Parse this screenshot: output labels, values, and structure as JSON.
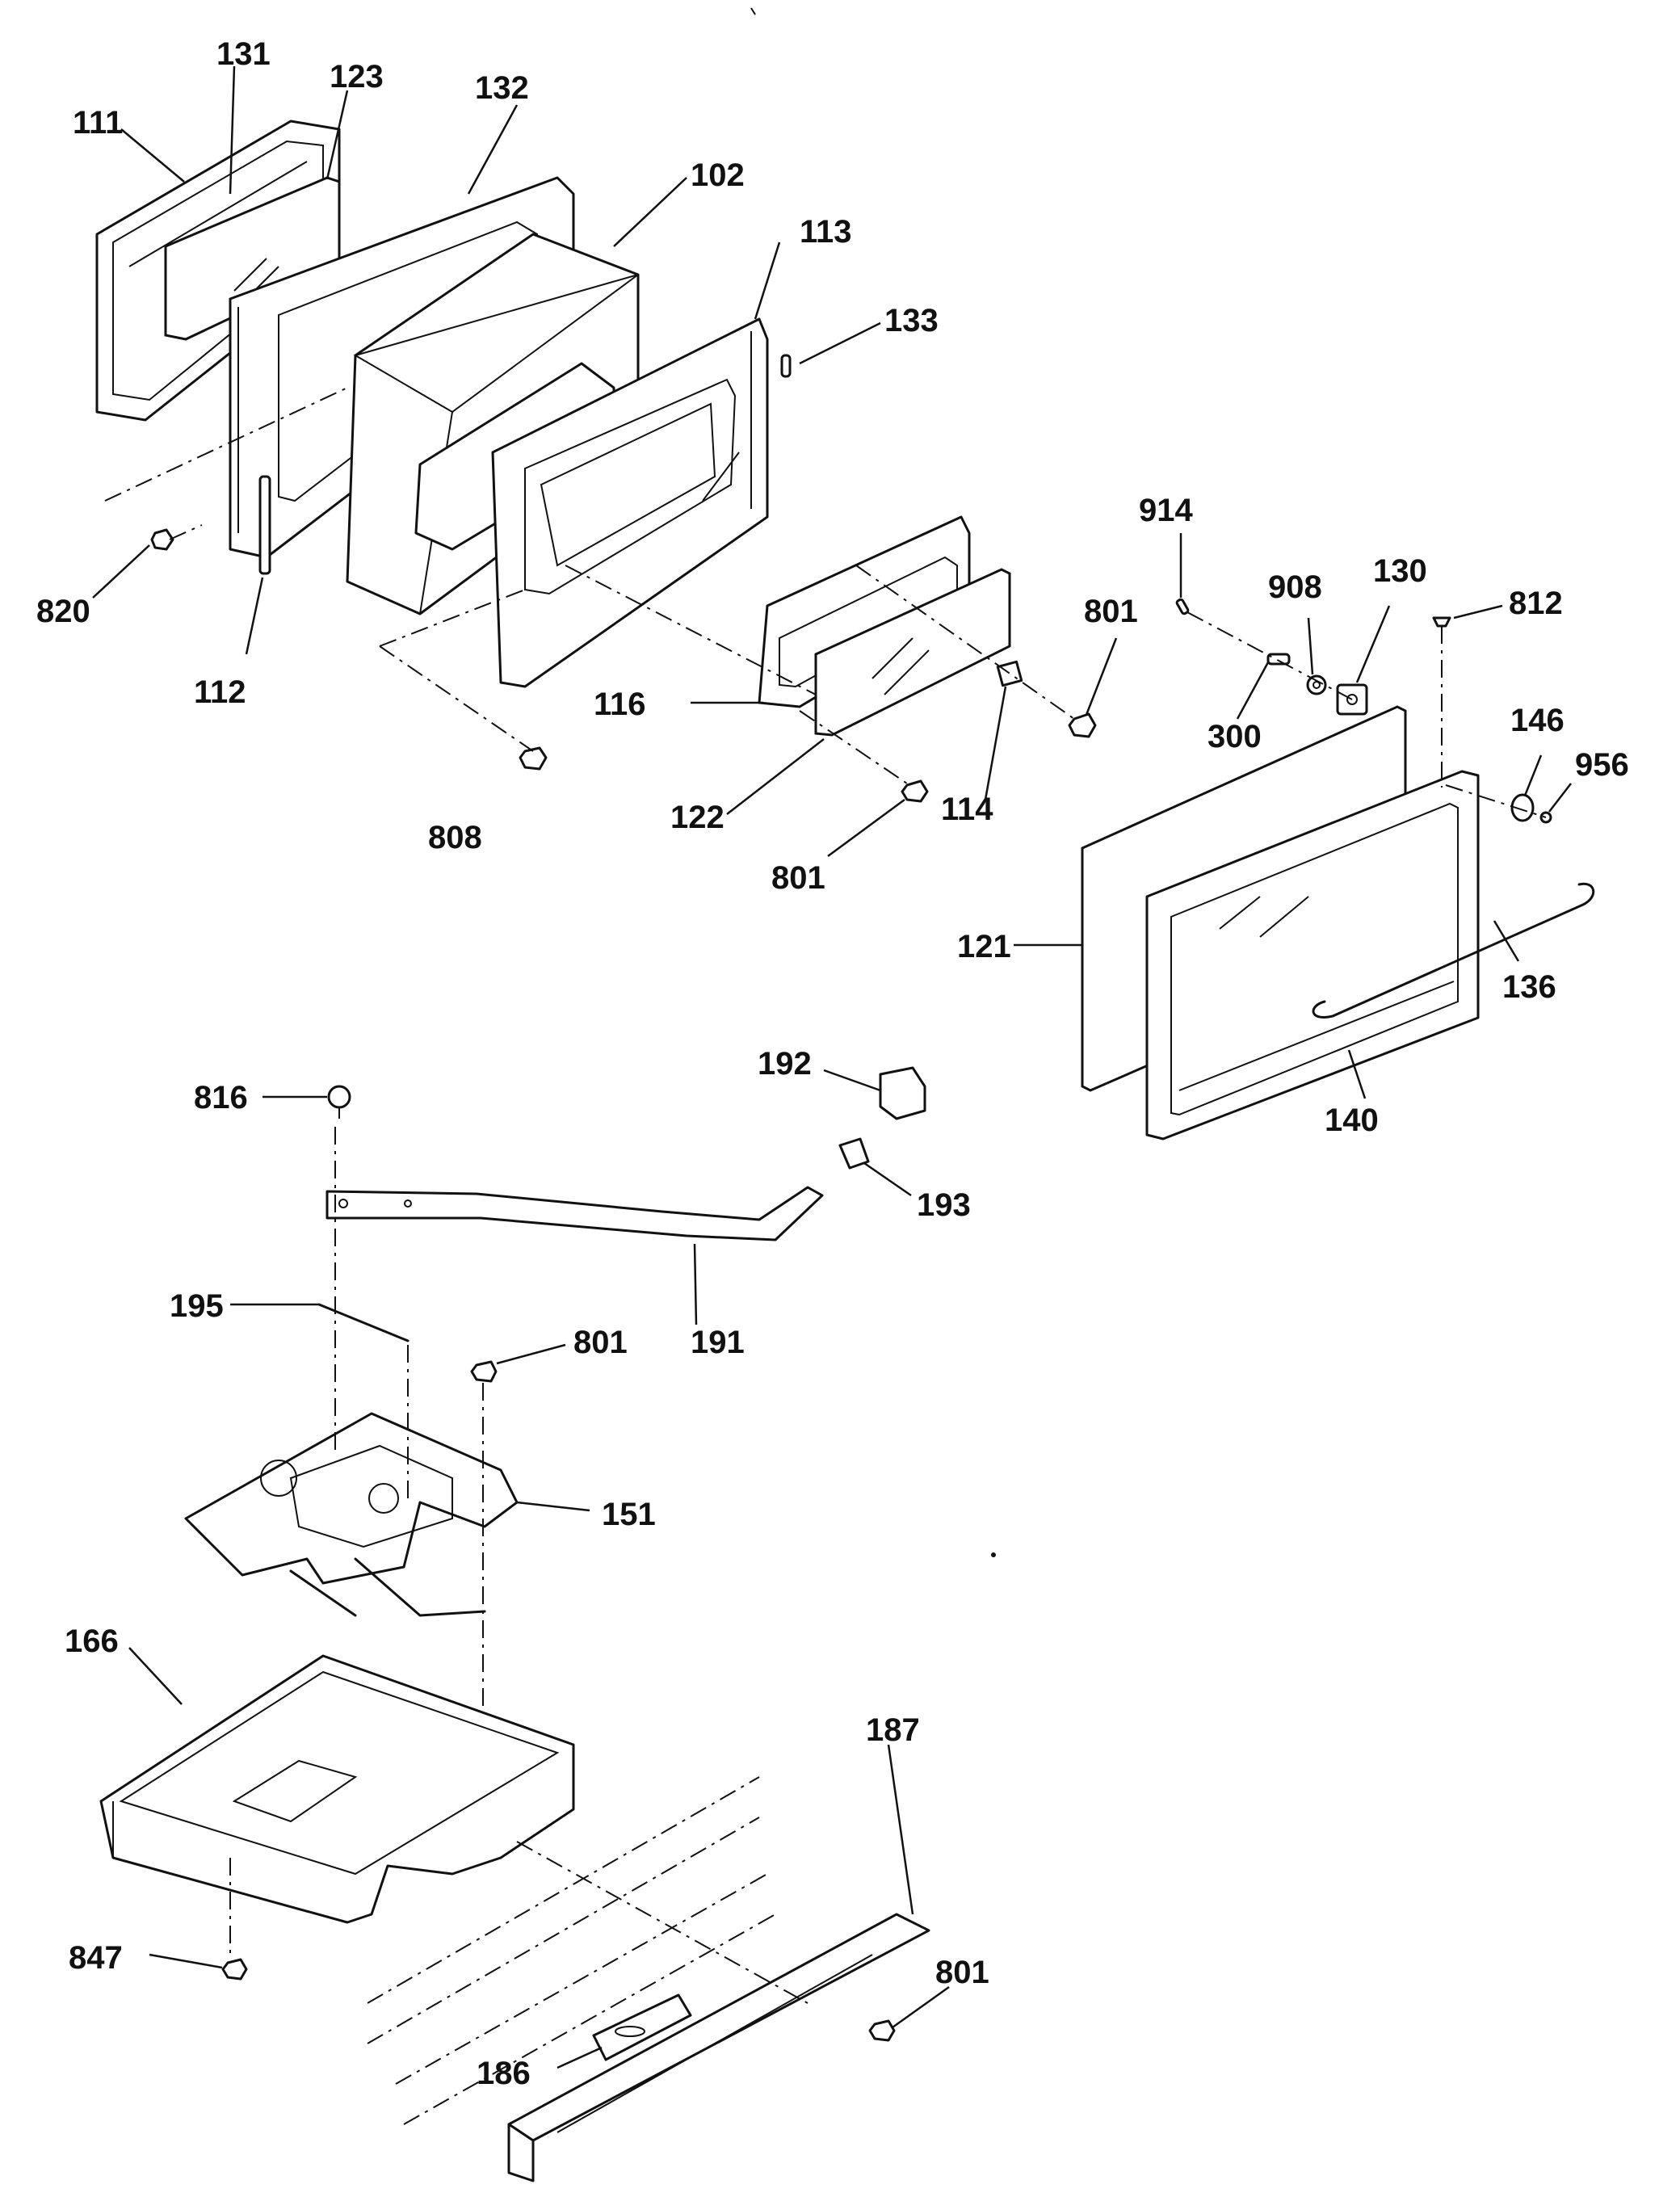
{
  "callouts": [
    {
      "id": "c-131",
      "text": "131"
    },
    {
      "id": "c-123",
      "text": "123"
    },
    {
      "id": "c-132",
      "text": "132"
    },
    {
      "id": "c-111",
      "text": "111"
    },
    {
      "id": "c-102",
      "text": "102"
    },
    {
      "id": "c-113",
      "text": "113"
    },
    {
      "id": "c-133",
      "text": "133"
    },
    {
      "id": "c-820",
      "text": "820"
    },
    {
      "id": "c-112",
      "text": "112"
    },
    {
      "id": "c-914",
      "text": "914"
    },
    {
      "id": "c-908",
      "text": "908"
    },
    {
      "id": "c-130",
      "text": "130"
    },
    {
      "id": "c-812",
      "text": "812"
    },
    {
      "id": "c-801a",
      "text": "801"
    },
    {
      "id": "c-116",
      "text": "116"
    },
    {
      "id": "c-300",
      "text": "300"
    },
    {
      "id": "c-146",
      "text": "146"
    },
    {
      "id": "c-956",
      "text": "956"
    },
    {
      "id": "c-808",
      "text": "808"
    },
    {
      "id": "c-122",
      "text": "122"
    },
    {
      "id": "c-114",
      "text": "114"
    },
    {
      "id": "c-801b",
      "text": "801"
    },
    {
      "id": "c-121",
      "text": "121"
    },
    {
      "id": "c-136",
      "text": "136"
    },
    {
      "id": "c-140",
      "text": "140"
    },
    {
      "id": "c-192",
      "text": "192"
    },
    {
      "id": "c-816",
      "text": "816"
    },
    {
      "id": "c-193",
      "text": "193"
    },
    {
      "id": "c-191",
      "text": "191"
    },
    {
      "id": "c-195",
      "text": "195"
    },
    {
      "id": "c-801c",
      "text": "801"
    },
    {
      "id": "c-151",
      "text": "151"
    },
    {
      "id": "c-166",
      "text": "166"
    },
    {
      "id": "c-187",
      "text": "187"
    },
    {
      "id": "c-847",
      "text": "847"
    },
    {
      "id": "c-801d",
      "text": "801"
    },
    {
      "id": "c-186",
      "text": "186"
    }
  ]
}
